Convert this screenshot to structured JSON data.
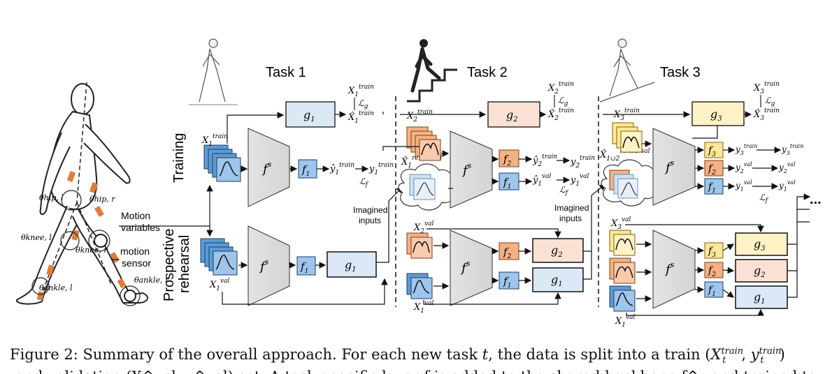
{
  "figure": {
    "tasks": [
      {
        "label": "Task 1"
      },
      {
        "label": "Task 2"
      },
      {
        "label": "Task 3"
      }
    ],
    "body_labels": {
      "hip_l": "θhip, l",
      "hip_r": "θhip, r",
      "knee_l": "θknee, l",
      "knee_r": "θknee, r",
      "ankle_l": "θankle, l",
      "ankle_r": "θankle, r",
      "motion_variables": [
        "Motion",
        "variables"
      ],
      "motion_sensor": [
        "motion",
        "sensor"
      ]
    },
    "phase_labels": {
      "training": "Training",
      "prospective": "Prospective",
      "rehearsal": "rehearsal"
    },
    "imagined_inputs": [
      "Imagined",
      "inputs"
    ],
    "modules": {
      "fs": "f",
      "fs_sup": "s",
      "f1": "f",
      "f2": "f",
      "f3": "f",
      "g": "g",
      "sub1": "1",
      "sub2": "2",
      "sub3": "3"
    },
    "math": {
      "X": "X",
      "y": "y",
      "train": "train",
      "val": "val",
      "rehearsal": "rehearsal",
      "Lg": "ℒ",
      "Lg_sub": "g",
      "Lf_sub": "f",
      "hat": "^",
      "sub_1u2": "1∪2"
    },
    "ellipsis": "...",
    "colors": {
      "blue": "#5b9bd5",
      "blue_light": "#dbe9f6",
      "orange": "#f4b183",
      "orange_light": "#fbe1d3",
      "yellow": "#ffe699",
      "yellow_light": "#fff2c6",
      "gray": "#d9d9d9"
    }
  },
  "caption": {
    "line1_text": "Figure 2: Summary of the overall approach. For each new task ",
    "line1_t": "t",
    "line1_text2": ", the data is split into a train (",
    "line1_math": "X",
    "line1_math_sup": "train",
    "line1_math_sub": "t",
    "line1_comma": ", ",
    "line1_y": "y",
    "line1_y_sup": "train",
    "line1_y_sub": "t",
    "line1_close": ")",
    "line2_text": "and validation (X^val, y^val) set. A task-specific layer f is added to the shared backbone f^s and trained to"
  }
}
